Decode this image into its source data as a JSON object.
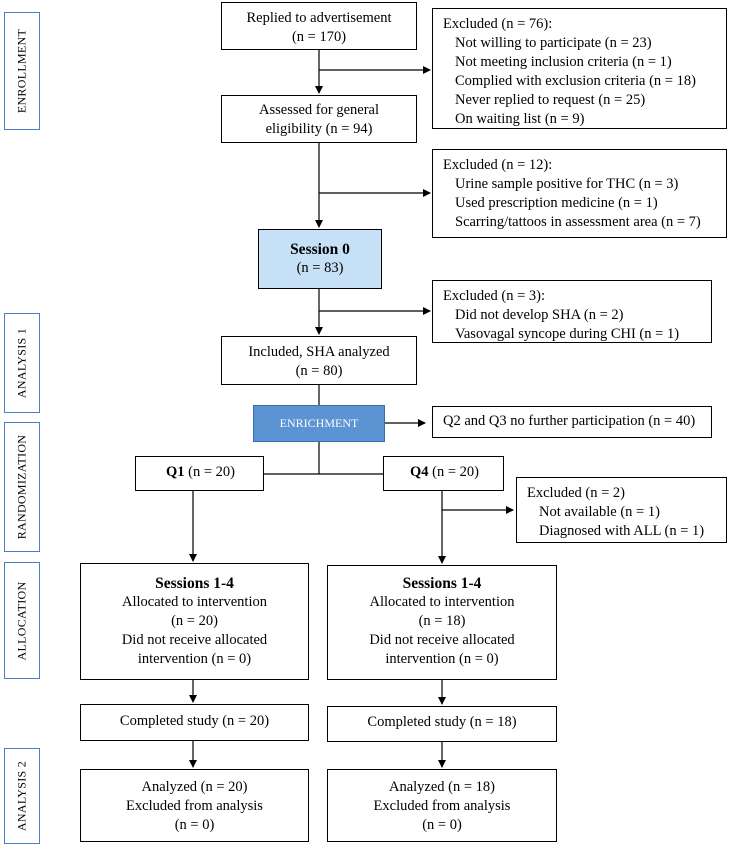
{
  "stages": [
    {
      "key": "enrollment",
      "label": "ENROLLMENT"
    },
    {
      "key": "analysis1",
      "label": "ANALYSIS 1"
    },
    {
      "key": "randomization",
      "label": "RANDOMIZATION"
    },
    {
      "key": "allocation",
      "label": "ALLOCATION"
    },
    {
      "key": "analysis2",
      "label": "ANALYSIS 2"
    }
  ],
  "replied": {
    "line1": "Replied to advertisement",
    "line2": "(n = 170)"
  },
  "excluded1": {
    "title": "Excluded (n = 76):",
    "items": [
      "Not willing to participate (n = 23)",
      "Not meeting inclusion criteria (n = 1)",
      "Complied with  exclusion criteria (n = 18)",
      "Never replied to request (n = 25)",
      "On waiting list (n = 9)"
    ]
  },
  "assessed": {
    "line1": "Assessed for general",
    "line2": "eligibility (n = 94)"
  },
  "excluded2": {
    "title": "Excluded (n = 12):",
    "items": [
      "Urine sample positive for THC (n = 3)",
      "Used prescription medicine (n = 1)",
      "Scarring/tattoos in assessment area (n = 7)"
    ]
  },
  "session0": {
    "title": "Session 0",
    "count": "(n = 83)",
    "fill": "#c6e0f7"
  },
  "excluded3": {
    "title": "Excluded (n = 3):",
    "items": [
      "Did not develop SHA (n = 2)",
      "Vasovagal syncope during CHI (n = 1)"
    ]
  },
  "included": {
    "line1": "Included, SHA analyzed",
    "line2": "(n = 80)"
  },
  "enrichment": {
    "label": "ENRICHMENT",
    "fill": "#5b93d3"
  },
  "q2q3": {
    "text": "Q2 and Q3 no further participation (n = 40)"
  },
  "q1": {
    "bold": "Q1",
    "count": " (n = 20)"
  },
  "q4": {
    "bold": "Q4",
    "count": " (n = 20)"
  },
  "excluded4": {
    "title": "Excluded (n = 2)",
    "items": [
      "Not available (n = 1)",
      "Diagnosed with ALL (n = 1)"
    ]
  },
  "alloc_left": {
    "title": "Sessions 1-4",
    "lines": [
      "Allocated to intervention",
      "(n = 20)",
      "Did not receive allocated",
      "intervention (n = 0)"
    ]
  },
  "alloc_right": {
    "title": "Sessions 1-4",
    "lines": [
      "Allocated to intervention",
      "(n = 18)",
      "Did not receive allocated",
      "intervention (n = 0)"
    ]
  },
  "completed_left": {
    "text": "Completed study (n = 20)"
  },
  "completed_right": {
    "text": "Completed study (n = 18)"
  },
  "analyzed_left": {
    "lines": [
      "Analyzed (n = 20)",
      "Excluded from analysis",
      "(n = 0)"
    ]
  },
  "analyzed_right": {
    "lines": [
      "Analyzed (n = 18)",
      "Excluded from analysis",
      "(n = 0)"
    ]
  }
}
